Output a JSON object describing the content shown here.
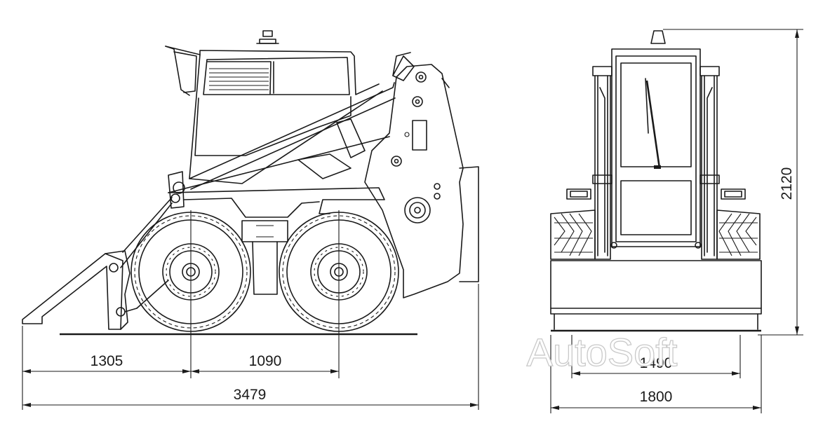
{
  "watermark": "AutoSoft",
  "side_view": {
    "dim_front_to_axle": "1305",
    "dim_wheelbase": "1090",
    "dim_overall_length": "3479"
  },
  "front_view": {
    "dim_height": "2120",
    "dim_track": "1490",
    "dim_overall_width": "1800"
  }
}
